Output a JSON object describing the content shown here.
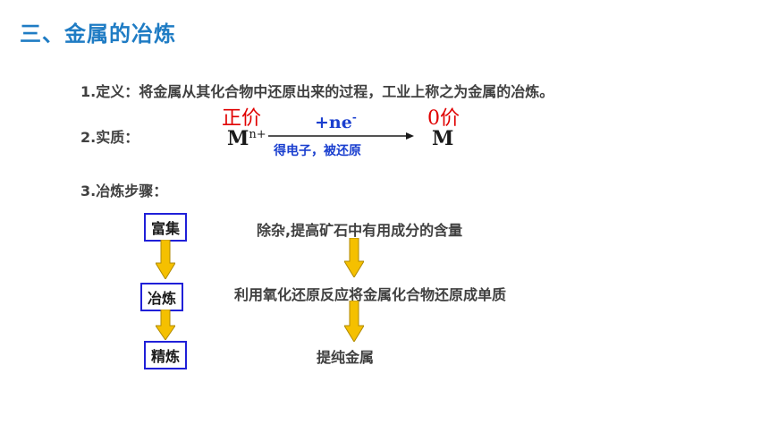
{
  "title": "三、金属的冶炼",
  "definition": "1.定义：将金属从其化合物中还原出来的过程，工业上称之为金属的冶炼。",
  "essence": {
    "label": "2.实质：",
    "left_valence": "正价",
    "right_valence": "0价",
    "left_symbol": "M",
    "left_superscript": "n+",
    "right_symbol": "M",
    "arrow_top": "+ne",
    "arrow_top_superscript": "-",
    "arrow_bottom": "得电子，被还原"
  },
  "steps_label": "3.冶炼步骤：",
  "steps": [
    {
      "name": "富集",
      "description": "除杂,提高矿石中有用成分的含量"
    },
    {
      "name": "冶炼",
      "description": "利用氧化还原反应将金属化合物还原成单质"
    },
    {
      "name": "精炼",
      "description": "提纯金属"
    }
  ],
  "colors": {
    "title": "#1f7cc4",
    "valence": "#e00000",
    "arrow_text": "#1a3fcf",
    "box_border": "#2020d8",
    "flow_arrow": "#f5c000"
  },
  "icons": [
    "right-arrow-icon",
    "down-arrow-icon"
  ]
}
